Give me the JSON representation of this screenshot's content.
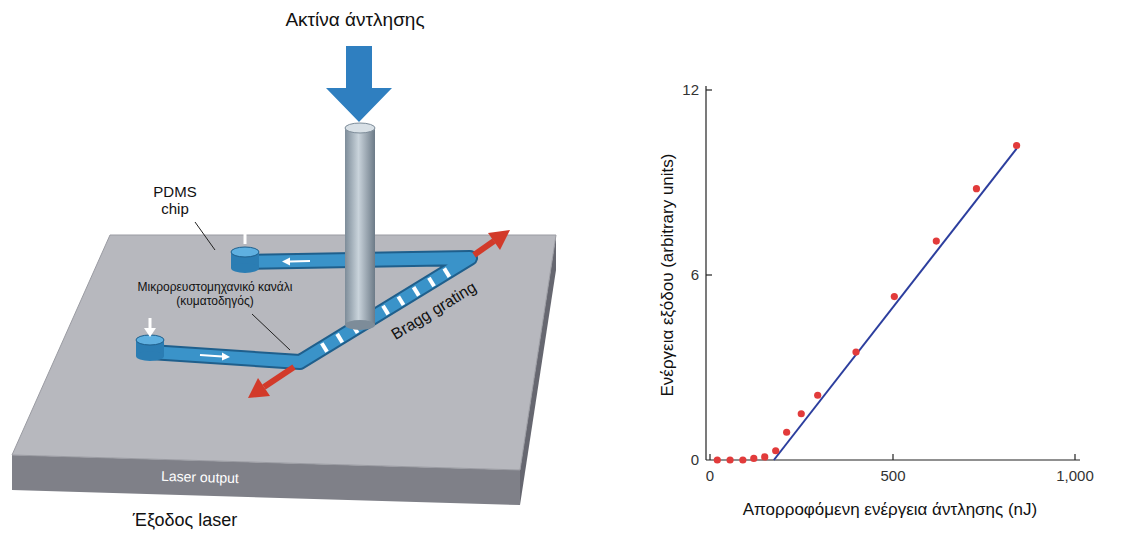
{
  "diagram": {
    "labels": [
      "Ακτίνα άντλησης",
      "PDMS chip",
      "Μικρορευστομηχανικό κανάλι (κυματοδηγός)",
      "Bragg grating",
      "Laser output",
      "Έξοδος laser",
      "Ενέργεια εξόδου (arbitrary units)",
      "12",
      "6",
      "0",
      "0",
      "500",
      "1,000",
      "Απορροφόμενη ενέργεια άντλησης (nJ)"
    ]
  }
}
